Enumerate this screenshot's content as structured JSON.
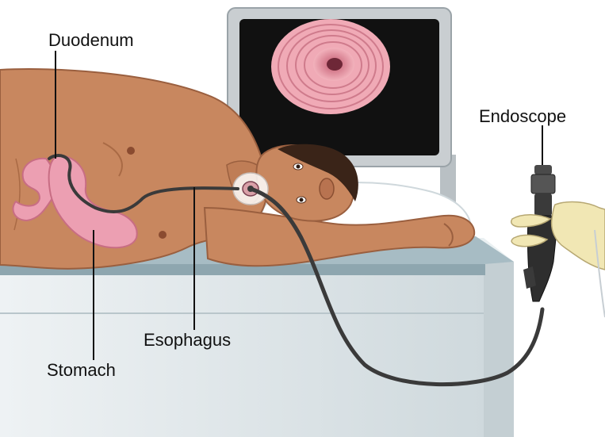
{
  "labels": {
    "duodenum": "Duodenum",
    "endoscope": "Endoscope",
    "esophagus": "Esophagus",
    "stomach": "Stomach"
  },
  "colors": {
    "skin": "#c8875f",
    "skin_shadow": "#a96a45",
    "hair": "#3a2418",
    "table_top": "#a7bcc4",
    "table_side": "#dde5e8",
    "monitor_frame": "#c9ced1",
    "monitor_screen": "#111111",
    "lumen_pink": "#e99aa6",
    "organ_pink": "#ec9fb2",
    "scope_black": "#3a3a3a",
    "glove": "#f1e7b4",
    "pillow": "#ffffff"
  }
}
